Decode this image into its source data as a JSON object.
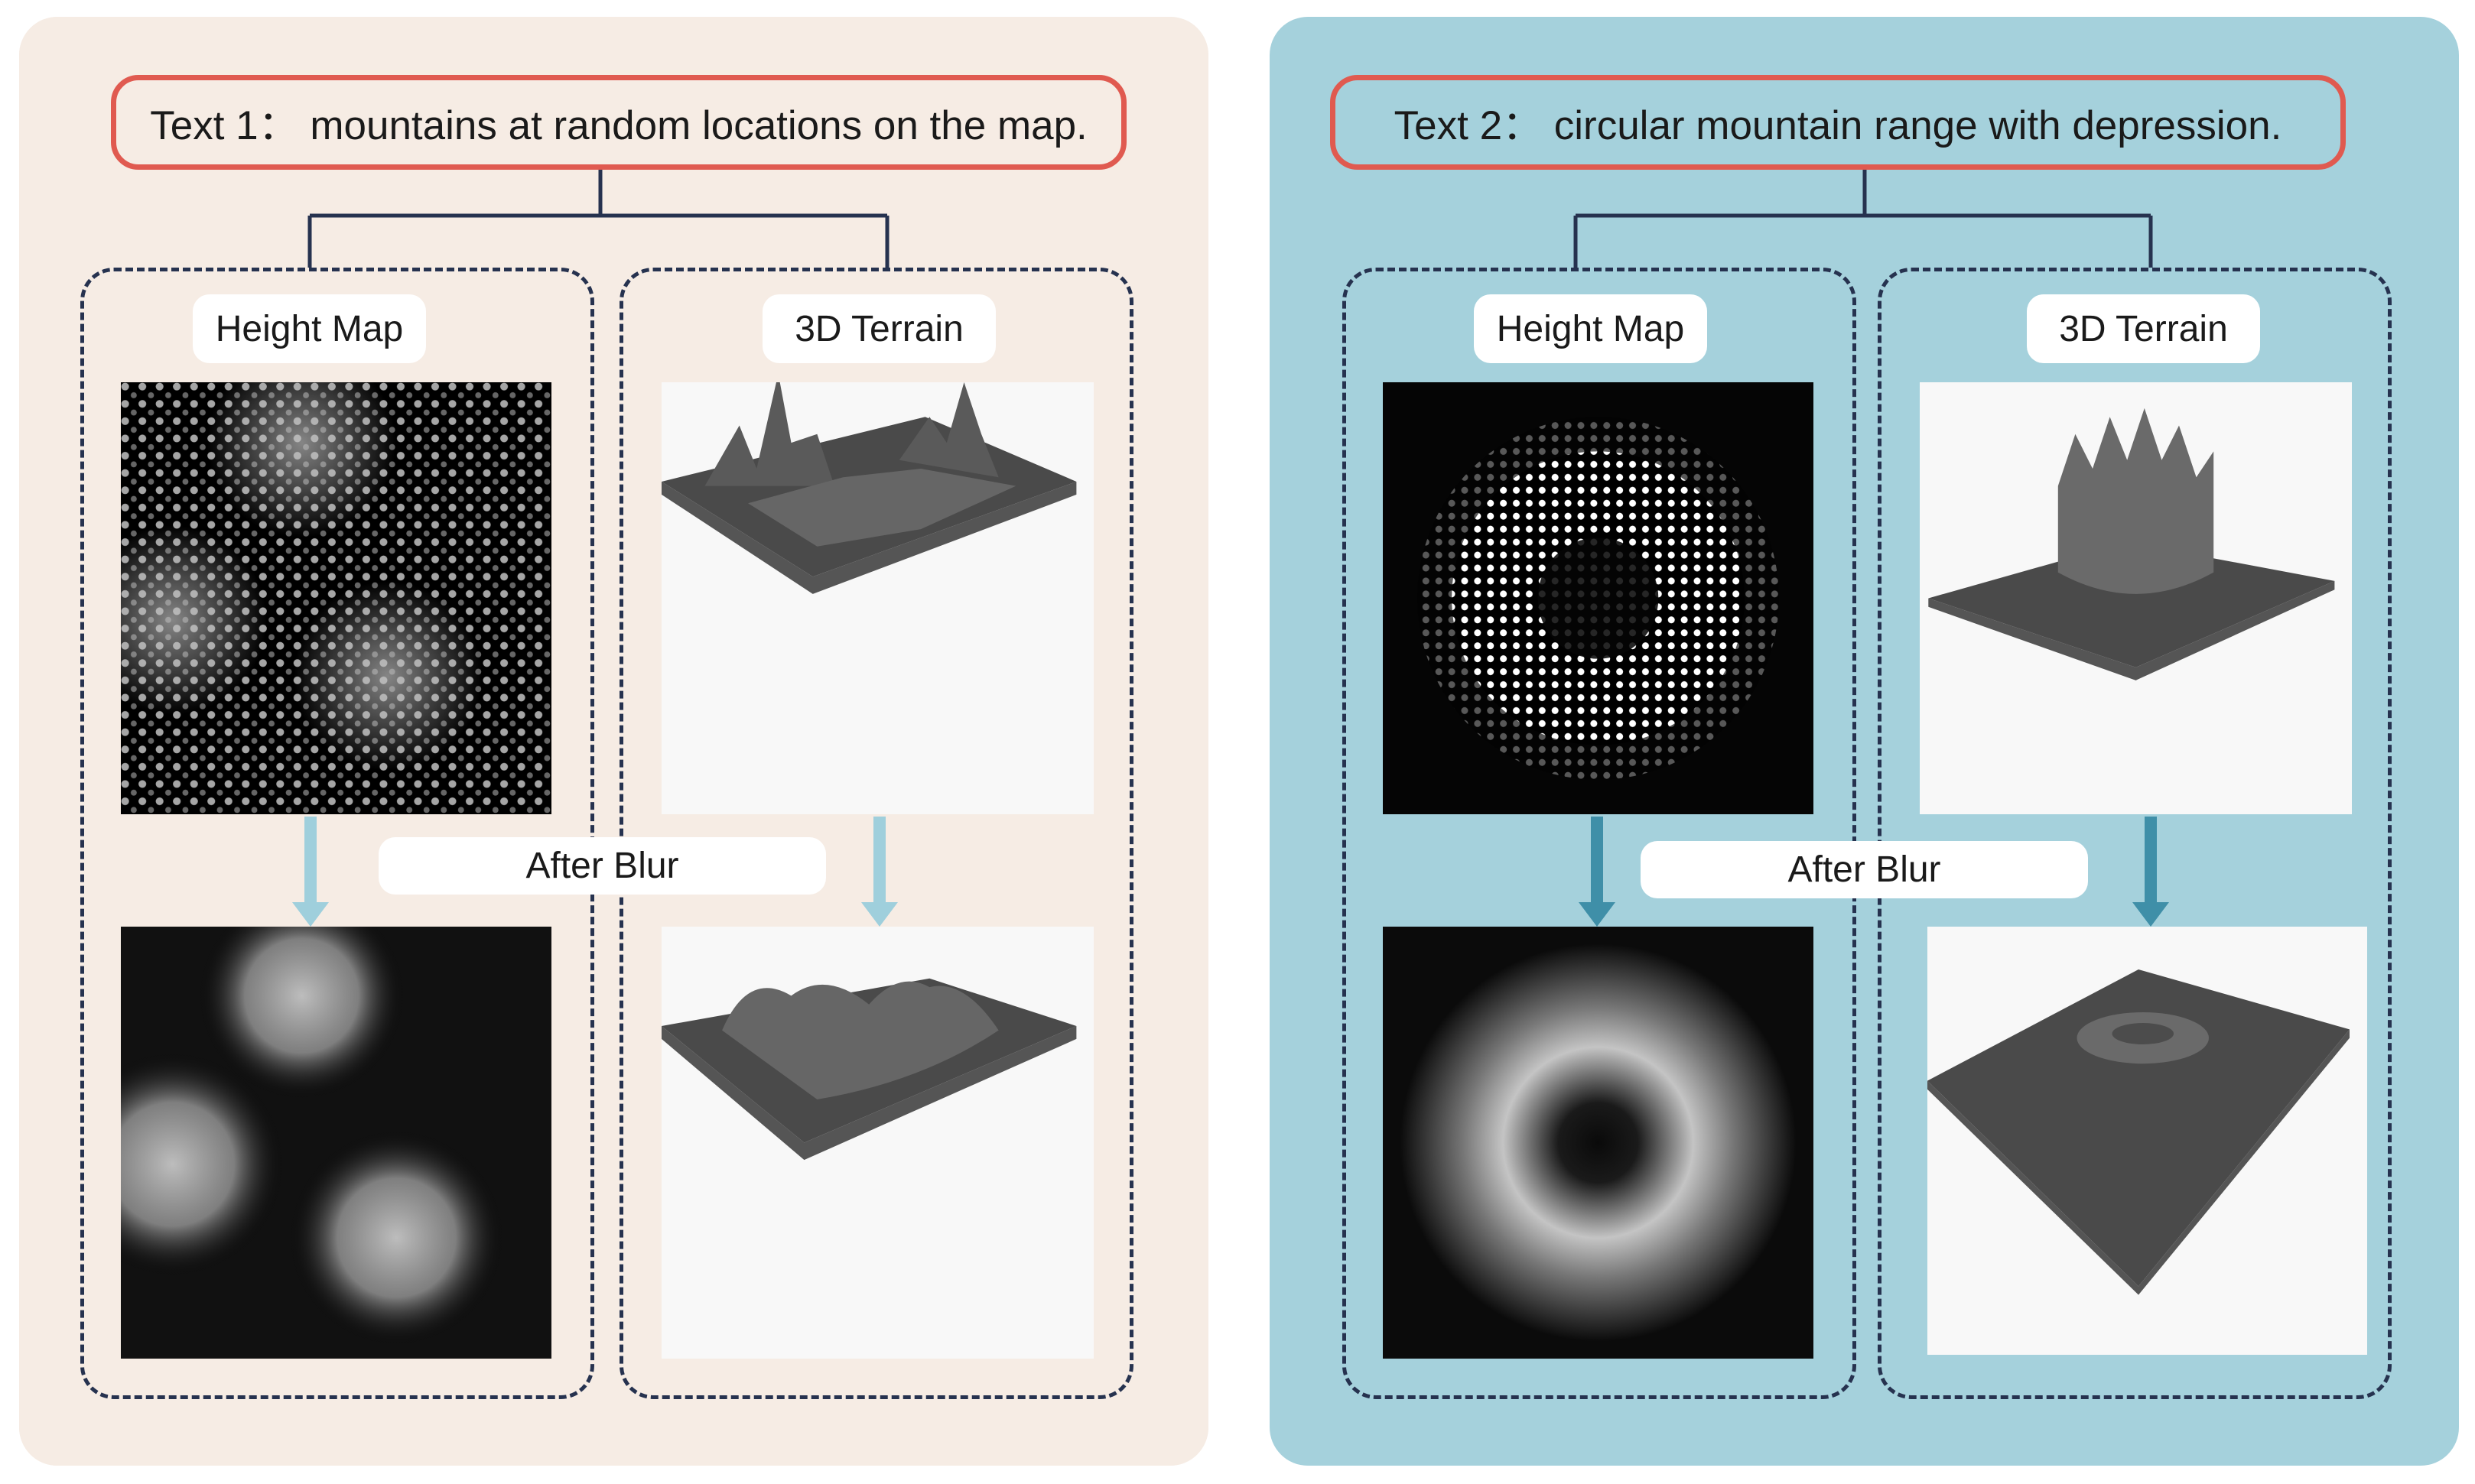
{
  "panels": [
    {
      "prompt": "Text 1： mountains at random locations on the map.",
      "height_map_label": "Height Map",
      "terrain_label": "3D Terrain",
      "blur_label": "After Blur",
      "background_color": "#f6ece4",
      "arrow_color": "#9fcfdc"
    },
    {
      "prompt": "Text 2： circular mountain range with depression.",
      "height_map_label": "Height Map",
      "terrain_label": "3D Terrain",
      "blur_label": "After Blur",
      "background_color": "#a5d1dc",
      "arrow_color": "#3f8fa8"
    }
  ],
  "colors": {
    "prompt_border": "#e05a50",
    "connector": "#26324f",
    "dashed_border": "#26324f",
    "label_background": "#ffffff"
  }
}
